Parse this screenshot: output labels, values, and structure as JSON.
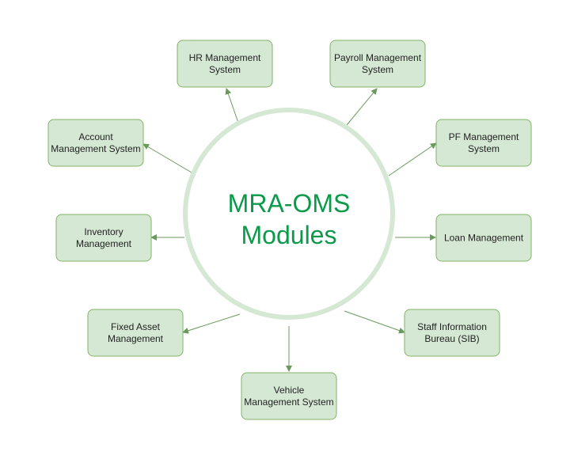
{
  "center": {
    "lines": [
      "MRA-OMS",
      "Modules"
    ],
    "text_color": "#0a9a4a",
    "ring_color": "#d5e8d4"
  },
  "box_fill": "#d5e8d4",
  "box_stroke": "#82b366",
  "modules": [
    {
      "id": "hr",
      "lines": [
        "HR Management",
        "System"
      ]
    },
    {
      "id": "payroll",
      "lines": [
        "Payroll Management",
        "System"
      ]
    },
    {
      "id": "account",
      "lines": [
        "Account",
        "Management System"
      ]
    },
    {
      "id": "pf",
      "lines": [
        "PF Management",
        "System"
      ]
    },
    {
      "id": "inventory",
      "lines": [
        "Inventory",
        "Management"
      ]
    },
    {
      "id": "loan",
      "lines": [
        "Loan Management"
      ]
    },
    {
      "id": "fixed-asset",
      "lines": [
        "Fixed Asset",
        "Management"
      ]
    },
    {
      "id": "staff-info",
      "lines": [
        "Staff Information",
        "Bureau (SIB)"
      ]
    },
    {
      "id": "vehicle",
      "lines": [
        "Vehicle",
        "Management System"
      ]
    }
  ]
}
